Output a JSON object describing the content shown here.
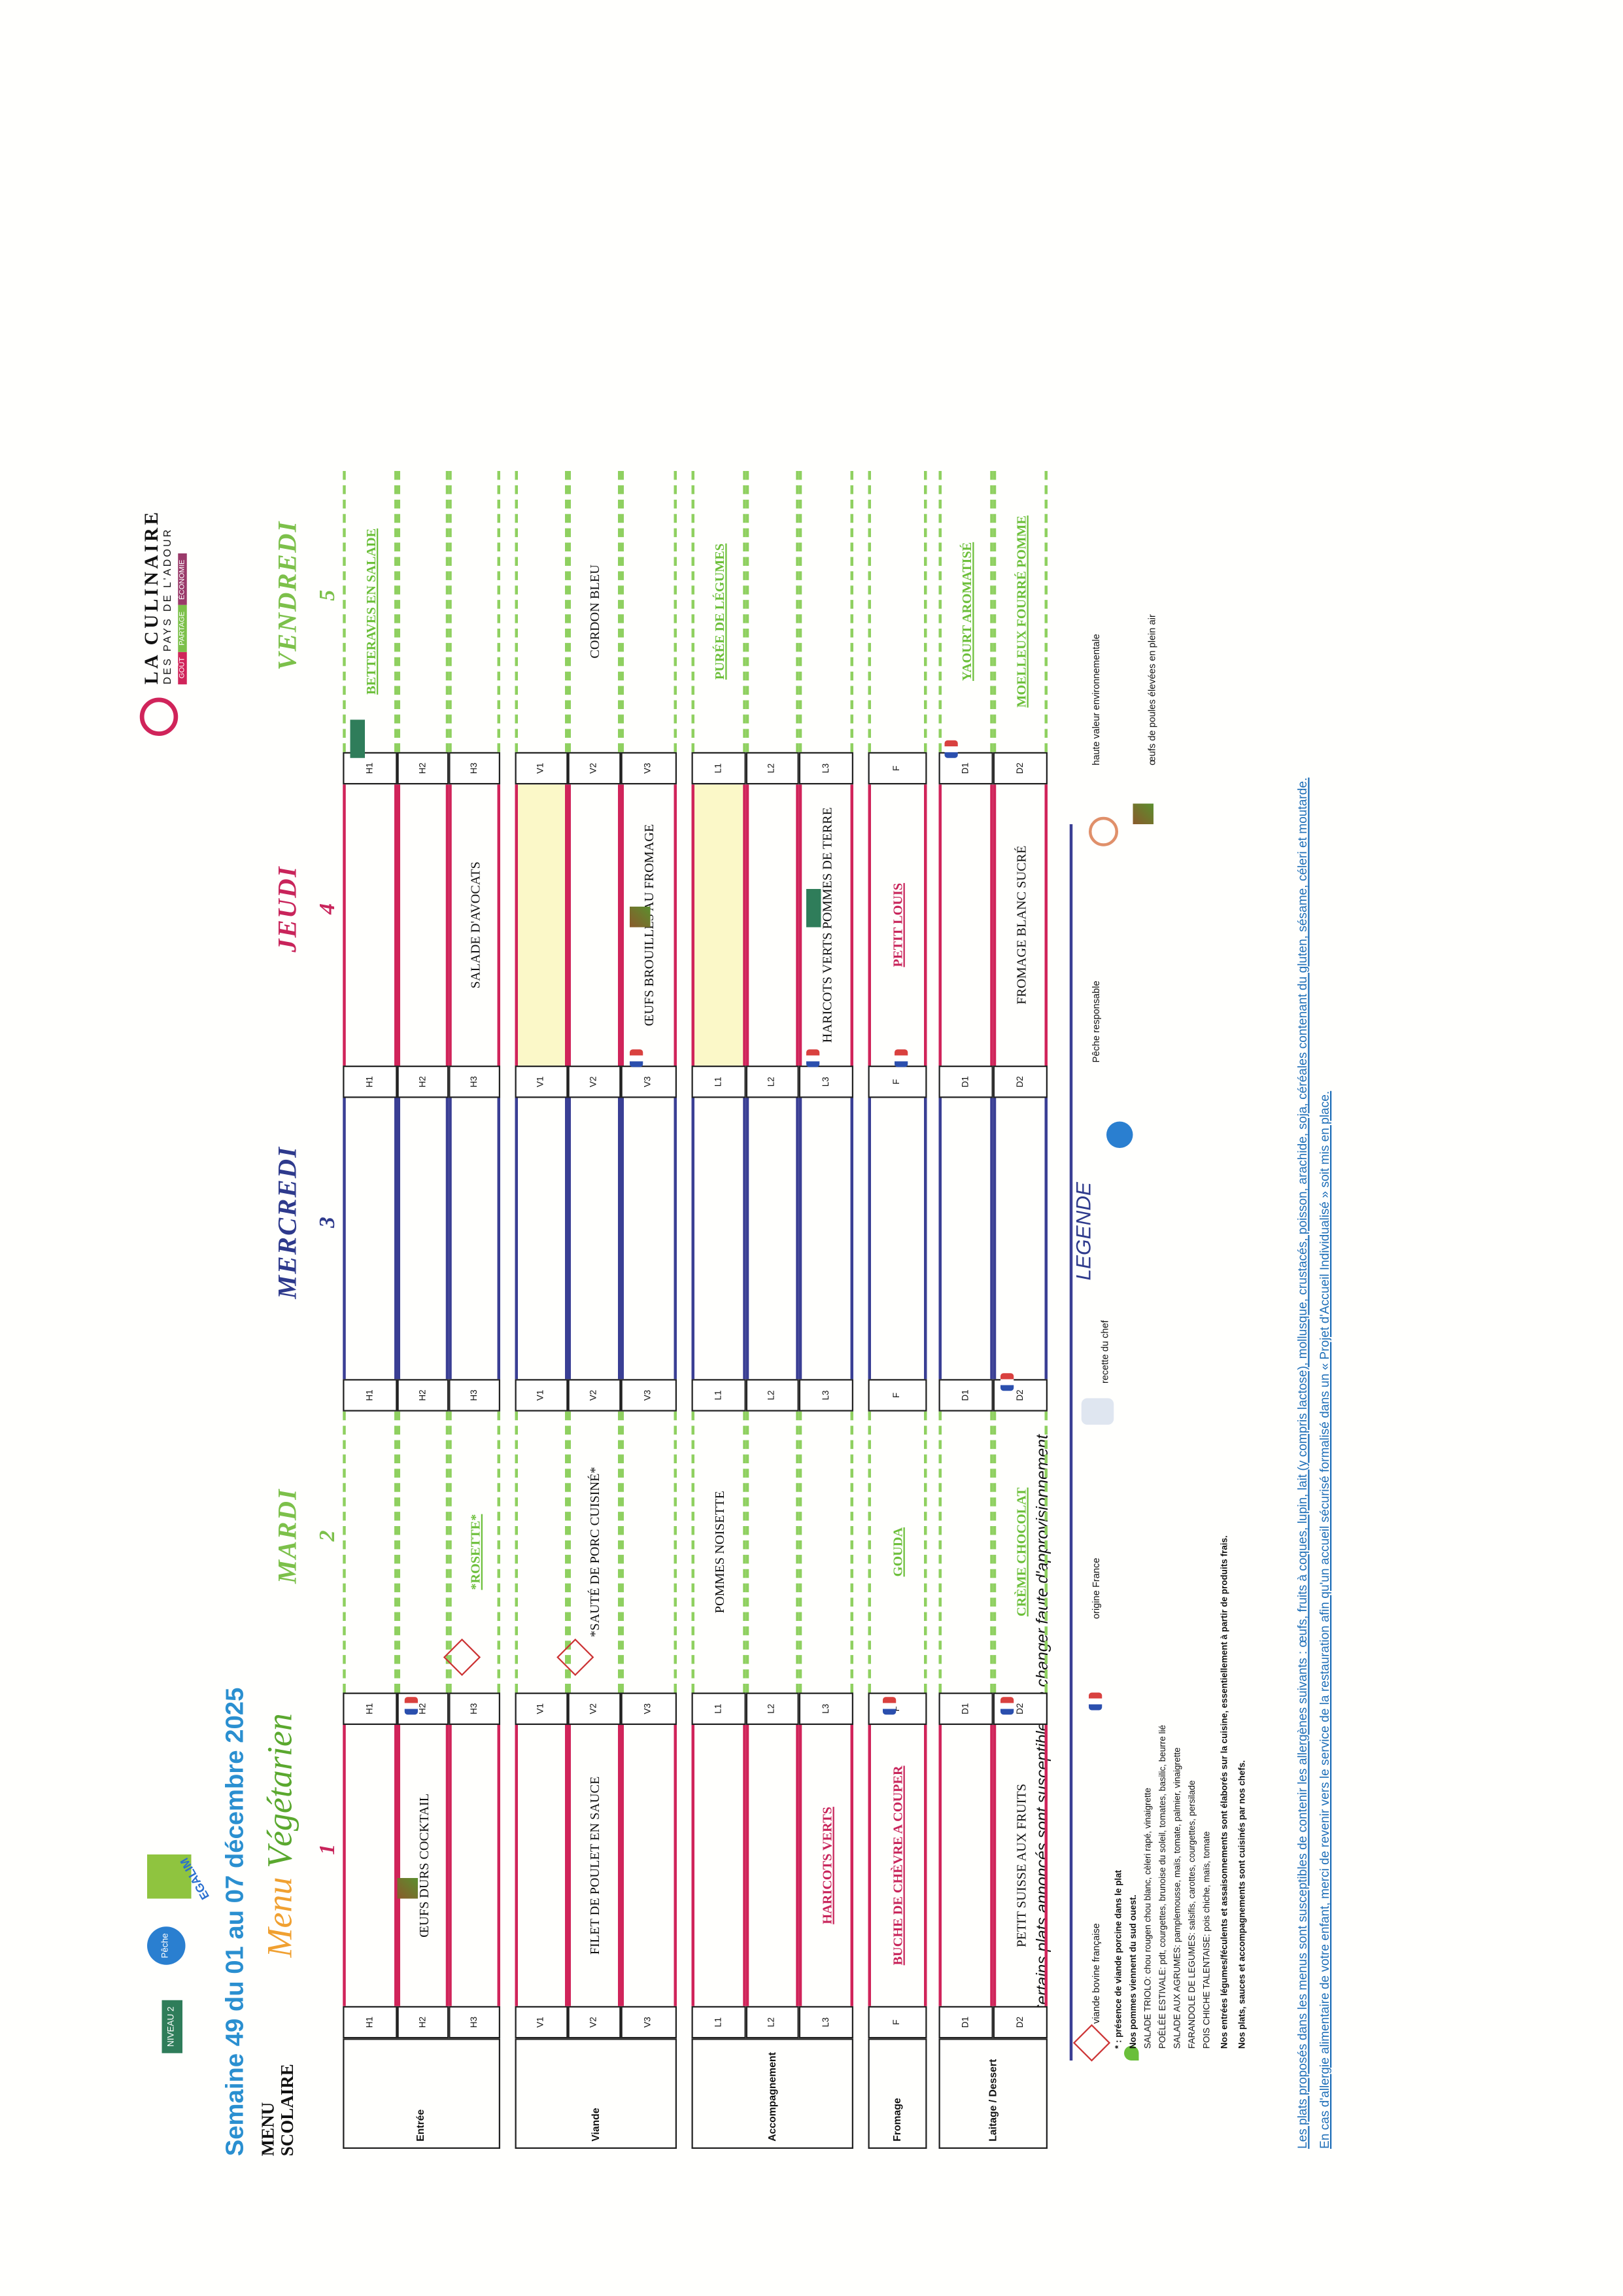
{
  "header": {
    "week_title": "Semaine 49 du 01 au 07 décembre 2025",
    "menu_label_1": "MENU",
    "menu_label_2": "SCOLAIRE",
    "vegetarian_1": "Menu ",
    "vegetarian_2": "Végétarien",
    "ecalim_label": "EGALIM",
    "peche_label": "Pêche",
    "certification_label": "NIVEAU 2",
    "brand": {
      "name": "LA CULINAIRE",
      "sub": "DES PAYS DE L'ADOUR",
      "tags": [
        "GOÛT",
        "PARTAGE",
        "ÉCONOMIE"
      ]
    }
  },
  "rows": [
    {
      "label": "Entrée",
      "codes": [
        "H1",
        "H2",
        "H3"
      ]
    },
    {
      "label": "Viande",
      "codes": [
        "V1",
        "V2",
        "V3"
      ]
    },
    {
      "label": "Accompagnement",
      "codes": [
        "L1",
        "L2",
        "L3"
      ]
    },
    {
      "label": "Fromage",
      "codes": [
        "F"
      ]
    },
    {
      "label": "Laitage / Dessert",
      "codes": [
        "D1",
        "D2"
      ]
    }
  ],
  "days": [
    {
      "name": "",
      "number": "1",
      "color": "#d0245a",
      "items": {
        "H2": "ŒUFS DURS COCKTAIL",
        "V2": "FILET DE POULET EN SAUCE",
        "L3": "HARICOTS VERTS",
        "F": "BUCHE DE CHÈVRE A COUPER",
        "D2": "PETIT SUISSE AUX FRUITS"
      },
      "styles": {
        "L3": "red",
        "F": "red"
      }
    },
    {
      "name": "MARDI",
      "number": "2",
      "color": "#8fd060",
      "items": {
        "H3": "*ROSETTE*",
        "V2": "*SAUTÉ DE PORC CUISINÉ*",
        "L1": "POMMES NOISETTE",
        "F": "GOUDA",
        "D2": "CRÈME CHOCOLAT"
      },
      "styles": {
        "H3": "green",
        "F": "green",
        "D2": "green"
      }
    },
    {
      "name": "MERCREDI",
      "number": "3",
      "color": "#3a3f94",
      "items": {},
      "styles": {}
    },
    {
      "name": "JEUDI",
      "number": "4",
      "color": "#d0245a",
      "items": {
        "H3": "SALADE D'AVOCATS",
        "V3": "ŒUFS BROUILLÉS AU FROMAGE",
        "L3": "HARICOTS VERTS POMMES DE TERRE",
        "F": "PETIT LOUIS",
        "D2": "FROMAGE BLANC SUCRÉ"
      },
      "styles": {
        "F": "red"
      },
      "highlight": [
        "V1",
        "L1"
      ]
    },
    {
      "name": "VENDREDI",
      "number": "5",
      "color": "#8fd060",
      "items": {
        "H1": "BETTERAVES EN SALADE",
        "V2": "CORDON BLEU",
        "L1": "PURÉE DE LÉGUMES",
        "D1": "YAOURT AROMATISÉ",
        "D2": "MOELLEUX FOURRÉ POMME"
      },
      "styles": {
        "H1": "green",
        "L1": "green",
        "D1": "green",
        "D2": "green"
      }
    }
  ],
  "day_colors": {
    "1": "#c8245a",
    "2": "#7cc04a",
    "3": "#2e3a8c",
    "4": "#c8245a",
    "5": "#7cc04a"
  },
  "legend": {
    "disclaimer": "Certains plats annoncés sont susceptibles de changer faute d'approvisionnement",
    "title": "LEGENDE",
    "items": [
      "viande bovine française",
      "origine France",
      "recette du chef",
      "Pêche responsable",
      "haute valeur environnementale",
      "œufs de poules élevées en plein air"
    ]
  },
  "notes": [
    "* : présence de viande porcine dans le plat",
    "Nos pommes viennent du sud ouest.",
    "SALADE TRIOLO: chou rougen chou blanc, cèleri rapé, vinaigrette",
    "POÉLÉE ESTIVALE: pdt, courgettes, brunoise du soleil, tomates, basilic, beurre lié",
    "SALADE AUX AGRUMES: pamplemousse, maïs, tomate, palmier, vinaigrette",
    "FARANDOLE DE LEGUMES: salsifis, carottes, courgettes, persilade",
    "POIS CHICHE TALENTAISE: pois chiche, maïs, tomate",
    "Nos entrées légumes/féculents et assaisonnements sont élaborés sur la cuisine, essentiellement à partir de produits frais.",
    "Nos plats, sauces et accompagnements sont cuisinés par nos chefs."
  ],
  "footer": [
    "Les plats proposés dans les menus sont susceptibles de contenir les allergènes suivants : œufs, fruits à coques, lupin, lait (y compris lactose), mollusque, crustacés, poisson, arachide, soja, céréales contenant du gluten, sésame, céleri et moutarde.",
    "En cas d'allergie alimentaire de votre enfant, merci de revenir vers le service de la restauration afin qu'un accueil sécurisé formalisé dans un « Projet d'Accueil Individualisé » soit mis en place."
  ]
}
